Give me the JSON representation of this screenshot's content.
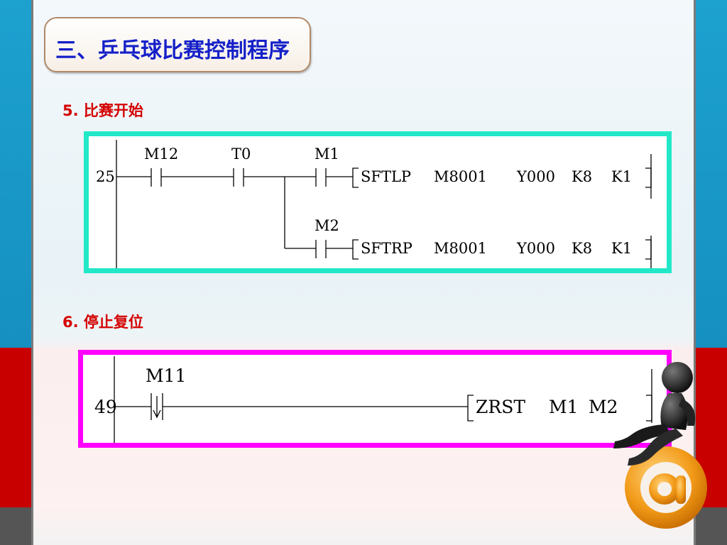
{
  "header": {
    "title": "三、乒乓球比赛控制程序"
  },
  "section5": {
    "label": "5. 比赛开始"
  },
  "section6": {
    "label": "6. 停止复位"
  },
  "rung25": {
    "step": "25",
    "contact1": "M12",
    "contact2": "T0",
    "branch1": {
      "contact": "M1",
      "instruction": "SFTLP",
      "op1": "M8001",
      "op2": "Y000",
      "op3": "K8",
      "op4": "K1"
    },
    "branch2": {
      "contact": "M2",
      "instruction": "SFTRP",
      "op1": "M8001",
      "op2": "Y000",
      "op3": "K8",
      "op4": "K1"
    }
  },
  "rung49": {
    "step": "49",
    "contact": "M11",
    "instruction": "ZRST",
    "op1": "M1",
    "op2": "M2"
  },
  "colors": {
    "title": "#1520c8",
    "section": "#d40000",
    "frame1": "#22e8c8",
    "frame2": "#ff00ff"
  }
}
